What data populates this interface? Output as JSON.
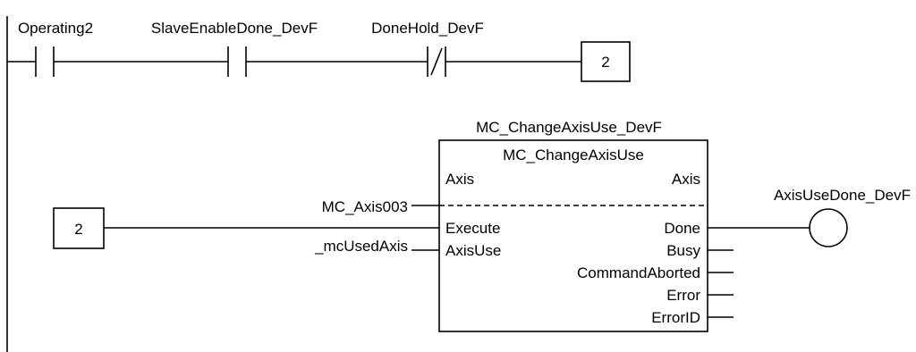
{
  "rung1": {
    "contact1_label": "Operating2",
    "contact2_label": "SlaveEnableDone_DevF",
    "contact3_label": "DoneHold_DevF",
    "connector_label": "2"
  },
  "rung2": {
    "connector_label": "2",
    "instance_name": "MC_ChangeAxisUse_DevF",
    "block_type": "MC_ChangeAxisUse",
    "inout_left": "Axis",
    "inout_right": "Axis",
    "inputs": [
      "Execute",
      "AxisUse"
    ],
    "outputs": [
      "Done",
      "Busy",
      "CommandAborted",
      "Error",
      "ErrorID"
    ],
    "axis_variable": "MC_Axis003",
    "axisuse_variable": "_mcUsedAxis",
    "coil_label": "AxisUseDone_DevF"
  },
  "colors": {
    "line": "#000000",
    "background": "#ffffff"
  }
}
